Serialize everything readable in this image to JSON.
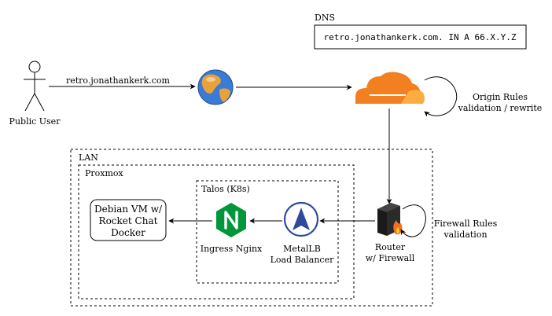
{
  "labels": {
    "public_user": "Public User",
    "url": "retro.jonathankerk.com",
    "dns_title": "DNS",
    "dns_record": "retro.jonathankerk.com. IN A 66.X.Y.Z",
    "origin_rules_1": "Origin Rules",
    "origin_rules_2": "validation / rewrite",
    "lan": "LAN",
    "proxmox": "Proxmox",
    "talos": "Talos (K8s)",
    "vm_1": "Debian VM w/",
    "vm_2": "Rocket Chat",
    "vm_3": "Docker",
    "ingress": "Ingress Nginx",
    "metallb_1": "MetalLB",
    "metallb_2": "Load Balancer",
    "router_1": "Router",
    "router_2": "w/ Firewall",
    "firewall_rules_1": "Firewall Rules",
    "firewall_rules_2": "validation"
  },
  "colors": {
    "cloudflare_orange": "#F38020",
    "cloudflare_light": "#FBAD41",
    "nginx_green": "#009639",
    "metallb_blue": "#2F4A9A",
    "globe_blue": "#3A7BD5",
    "globe_land": "#E8A23C"
  },
  "icons": [
    "user-icon",
    "globe-icon",
    "cloud-icon",
    "nginx-icon",
    "metallb-icon",
    "router-icon"
  ]
}
